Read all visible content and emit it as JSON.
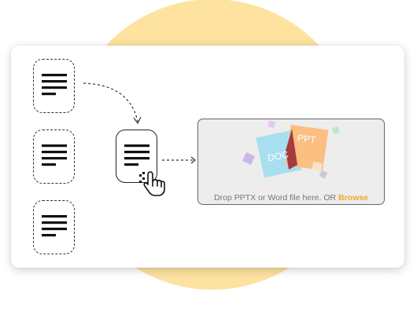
{
  "colors": {
    "background_circle": "#fde2a0",
    "doc_card": "#a8dff0",
    "ppt_card": "#fbbf82",
    "overlap": "#a73b3b",
    "browse_accent": "#f5a623"
  },
  "icons": {
    "document": "text-lines-icon",
    "pointer": "hand-pointer-icon"
  },
  "dropzone": {
    "doc_label": "DOC",
    "ppt_label": "PPT",
    "prompt": "Drop PPTX or Word file here. OR ",
    "browse_label": "Browse"
  }
}
